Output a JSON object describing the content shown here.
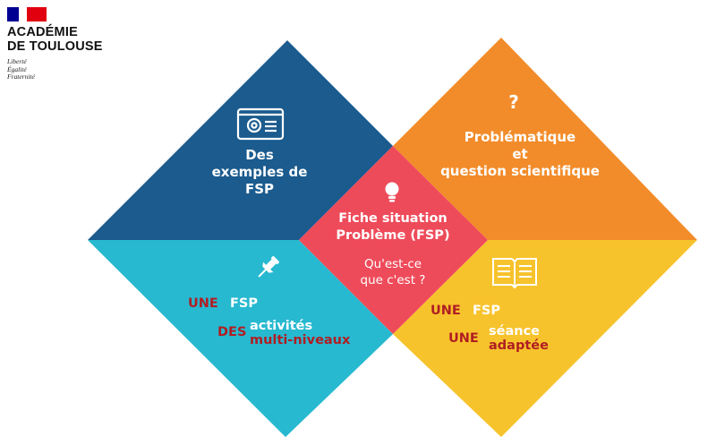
{
  "logo": {
    "name": "ACADÉMIE\nDE TOULOUSE",
    "motto": "Liberté\nÉgalité\nFraternité",
    "flag_colors": [
      "#000091",
      "#ffffff",
      "#e1000f"
    ]
  },
  "tiles": {
    "top_left": {
      "color": "#1b5b8e",
      "icon": "slideshow-presentation-icon",
      "lines": [
        "Des",
        "exemples de",
        "FSP"
      ]
    },
    "top_right": {
      "color": "#f28c2a",
      "icon": "question-mark-icon",
      "icon_text": "?",
      "lines": [
        "Problématique",
        "et",
        "question scientifique"
      ]
    },
    "bottom_left": {
      "color": "#27b9d0",
      "icon": "pushpin-icon",
      "row1_red": "UNE",
      "row1_white": "FSP",
      "row2_red": "DES",
      "row2_white": "activités",
      "row2_red_sub": "multi-niveaux"
    },
    "bottom_right": {
      "color": "#f7c32c",
      "icon": "open-book-icon",
      "row1_red": "UNE",
      "row1_white": "FSP",
      "row2_red": "UNE",
      "row2_white": "séance",
      "row2_red_sub": "adaptée"
    },
    "center": {
      "color": "#ee4b5a",
      "icon": "lightbulb-icon",
      "title_lines": [
        "Fiche situation",
        "Problème (FSP)"
      ],
      "subtitle_lines": [
        "Qu'est-ce",
        "que c'est ?"
      ]
    }
  },
  "colors": {
    "accent_red": "#b01e23",
    "text_white": "#ffffff"
  }
}
